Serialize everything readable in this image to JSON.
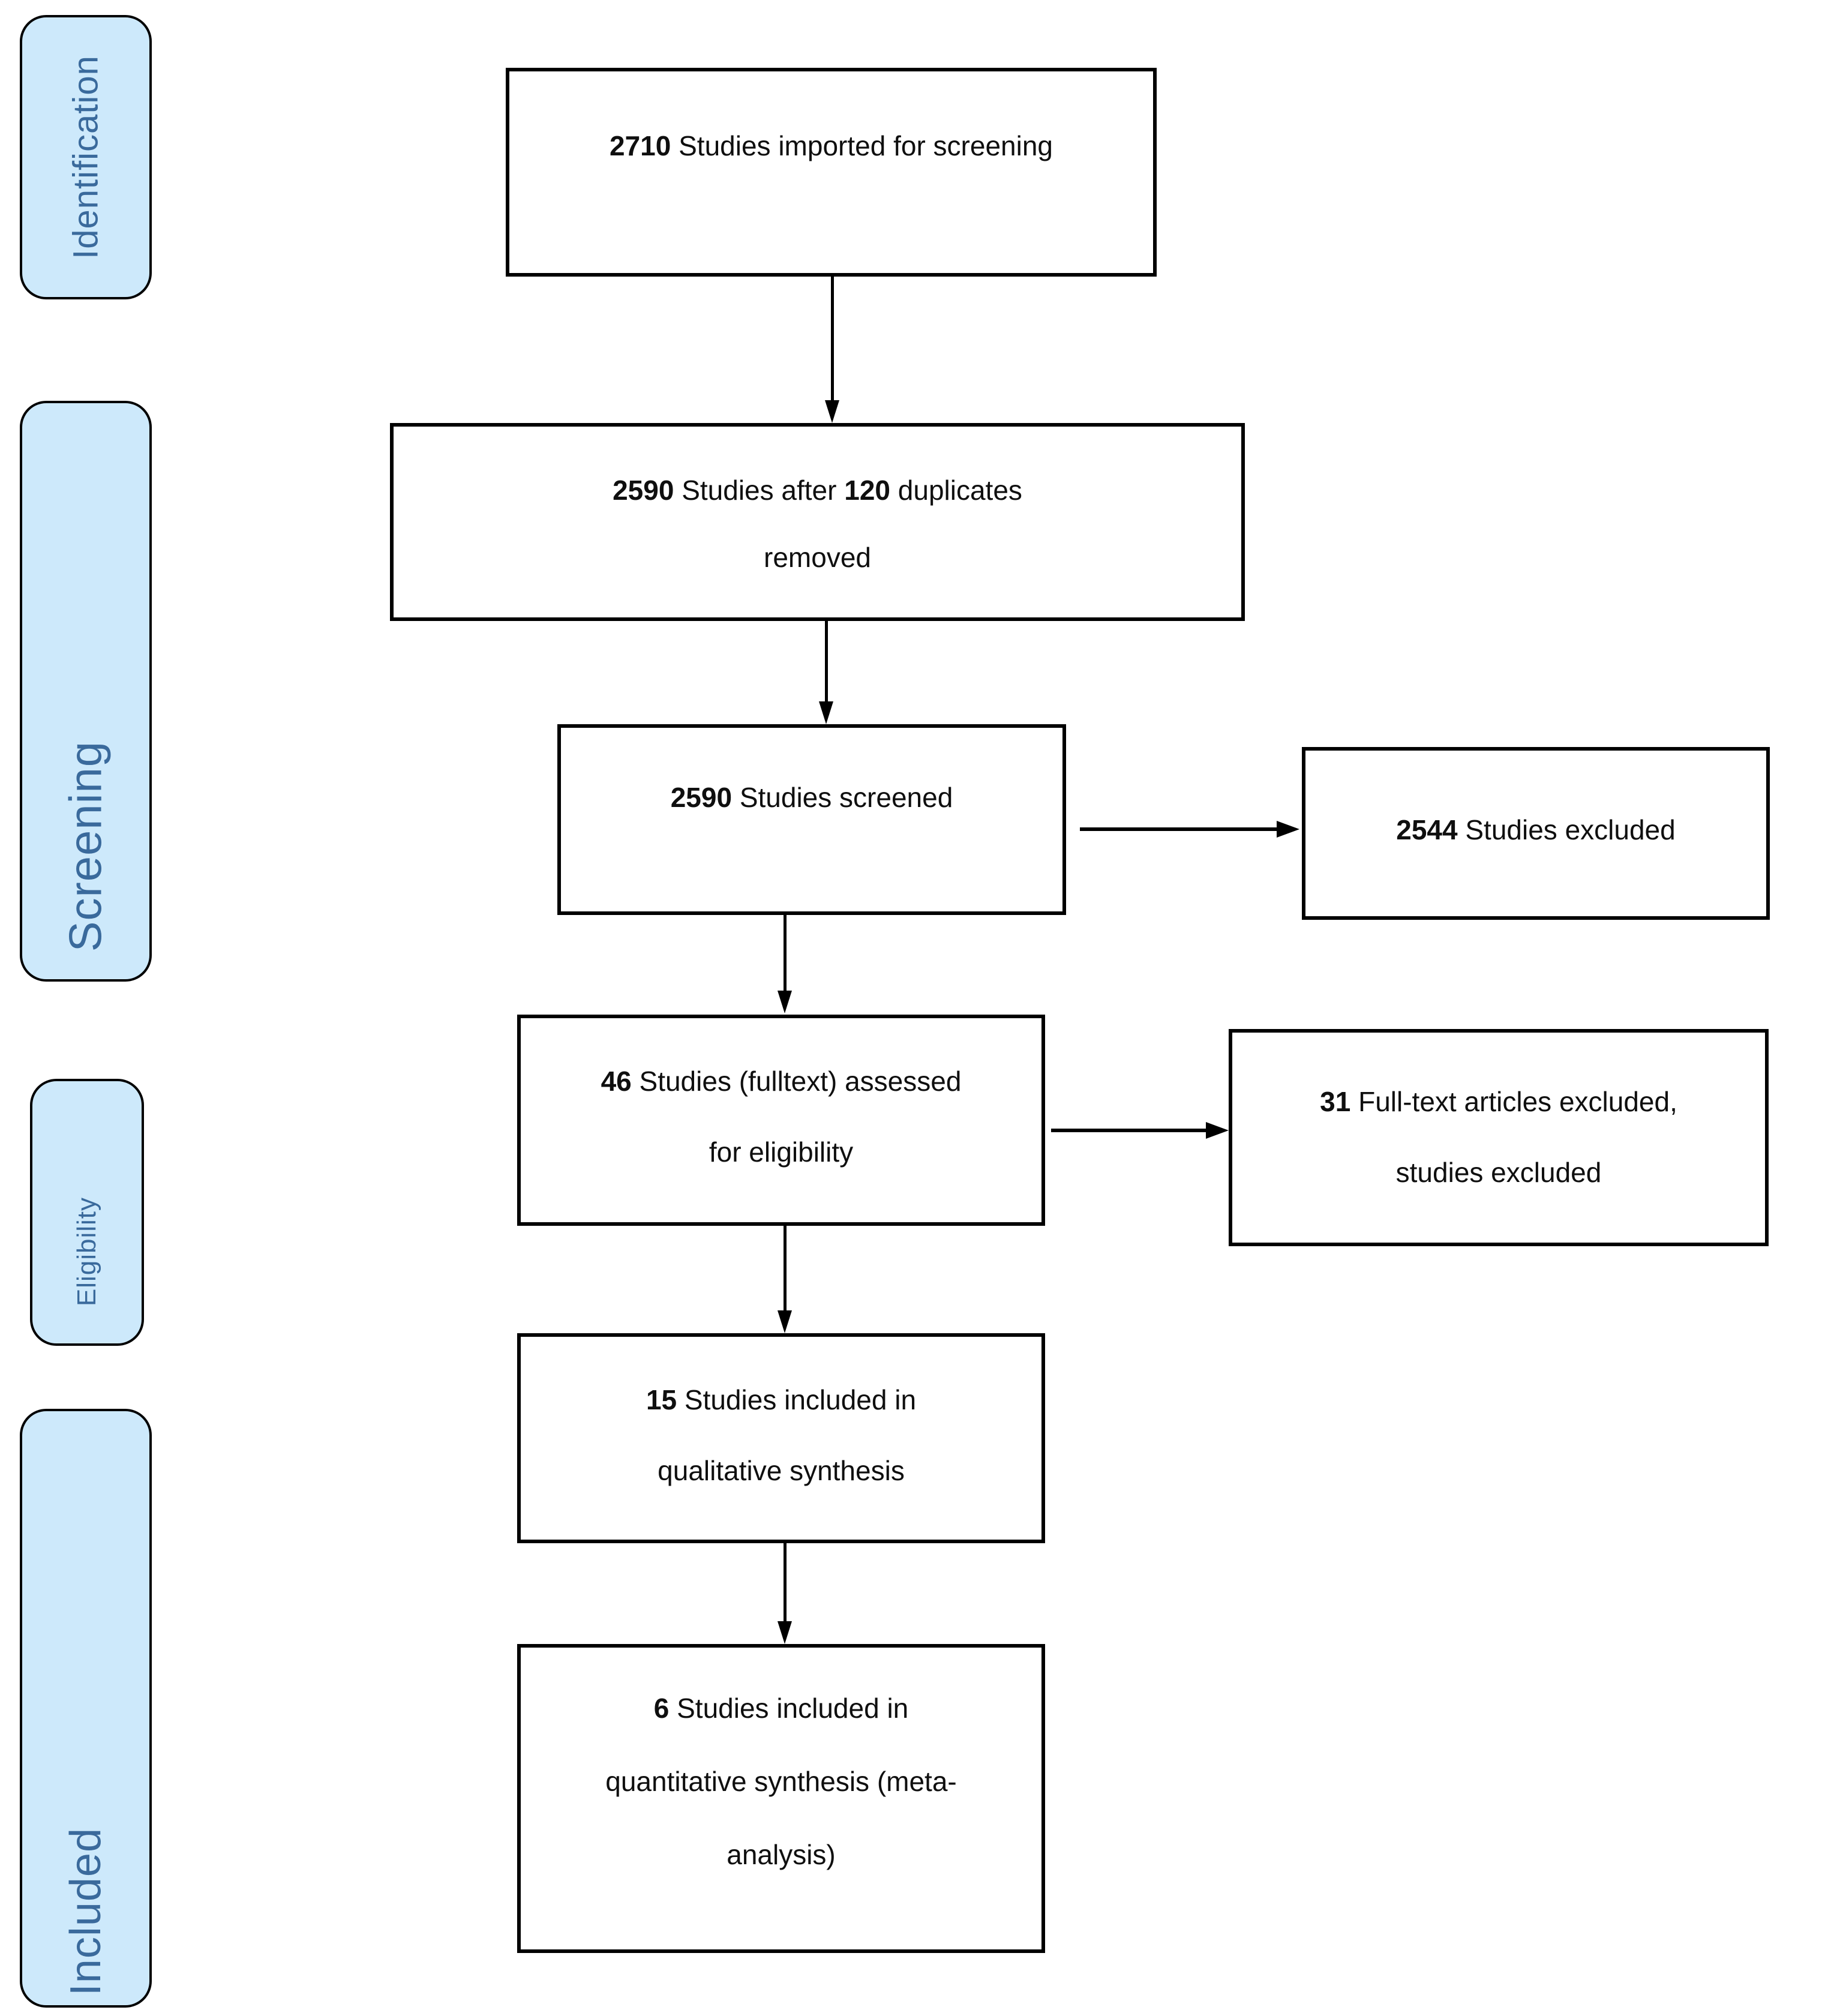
{
  "diagram_type": "prisma-flow-diagram",
  "sidebar": {
    "stages": [
      {
        "label": "Identification"
      },
      {
        "label": "Screening"
      },
      {
        "label": "Eligibility"
      },
      {
        "label": "Included"
      }
    ]
  },
  "boxes": {
    "imported": {
      "count": "2710",
      "text": " Studies imported for screening"
    },
    "deduped": {
      "count": "2590",
      "text_a": " Studies after ",
      "count2": "120",
      "text_b": " duplicates",
      "line2": "removed"
    },
    "screened": {
      "count": "2590",
      "text": " Studies screened"
    },
    "screen_excluded": {
      "count": "2544",
      "text": " Studies excluded"
    },
    "fulltext": {
      "count": "46",
      "text": " Studies (fulltext) assessed",
      "line2": "for eligibility"
    },
    "fulltext_excluded": {
      "count": "31",
      "text": " Full-text articles excluded,",
      "line2": "studies excluded"
    },
    "qualitative": {
      "count": "15",
      "text": " Studies included in",
      "line2": "qualitative synthesis"
    },
    "quantitative": {
      "count": "6",
      "text": " Studies included in",
      "line2": "quantitative synthesis (meta-",
      "line3": "analysis)"
    }
  },
  "colors": {
    "stage_fill": "#cde9fb",
    "stage_text": "#3a6a9c",
    "box_border": "#000000",
    "arrow": "#000000"
  }
}
